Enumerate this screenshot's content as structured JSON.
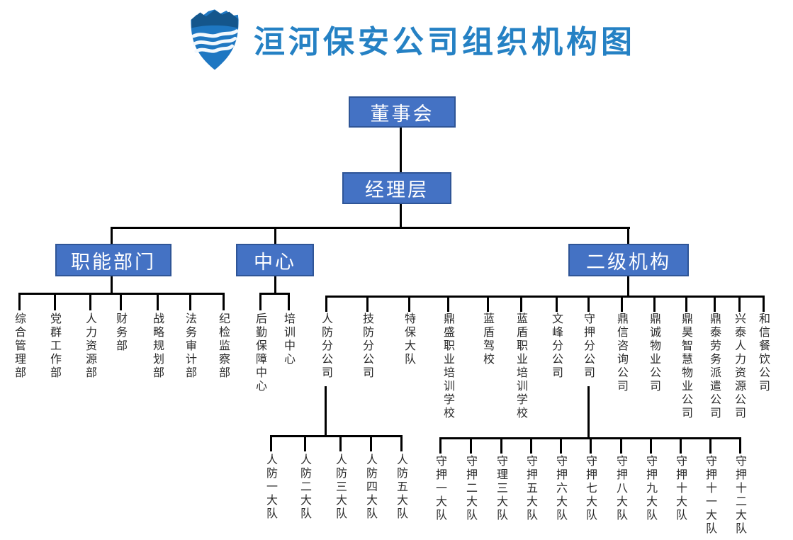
{
  "header": {
    "title": "洹河保安公司组织机构图",
    "logo": "shield-waves-logo"
  },
  "colors": {
    "title": "#2581C4",
    "node_fill": "#4472C4",
    "node_border": "#2F5597",
    "node_text": "#FFFFFF",
    "connector_line": "#000000",
    "leaf_text": "#2B2B2B",
    "logo_body_blue": "#1E77C2",
    "logo_peaks_blue": "#14568C",
    "logo_waves": "#F2F8FD"
  },
  "org": {
    "root": "董事会",
    "management": "经理层",
    "branches": [
      {
        "label": "职能部门",
        "children": [
          "综合管理部",
          "党群工作部",
          "人力资源部",
          "财务部",
          "战略规划部",
          "法务审计部",
          "纪检监察部"
        ]
      },
      {
        "label": "中心",
        "children": [
          "后勤保障中心",
          "培训中心"
        ]
      },
      {
        "label": "二级机构",
        "children": [
          "人防分公司",
          "技防分公司",
          "特保大队",
          "鼎盛职业培训学校",
          "蓝盾驾校",
          "蓝盾职业培训学校",
          "文峰分公司",
          "守押分公司",
          "鼎信咨询公司",
          "鼎诚物业公司",
          "鼎昊智慧物业公司",
          "鼎泰劳务派遣公司",
          "兴泰人力资源公司",
          "和信餐饮公司"
        ]
      }
    ],
    "subtrees": [
      {
        "parent": "人防分公司",
        "children": [
          "人防一大队",
          "人防二大队",
          "人防三大队",
          "人防四大队",
          "人防五大队"
        ]
      },
      {
        "parent": "守押分公司",
        "children": [
          "守押一大队",
          "守押二大队",
          "守理三大队",
          "守押五大队",
          "守押六大队",
          "守押七大队",
          "守押八大队",
          "守押九大队",
          "守押十大队",
          "守押十一大队",
          "守押十二大队"
        ]
      }
    ]
  }
}
